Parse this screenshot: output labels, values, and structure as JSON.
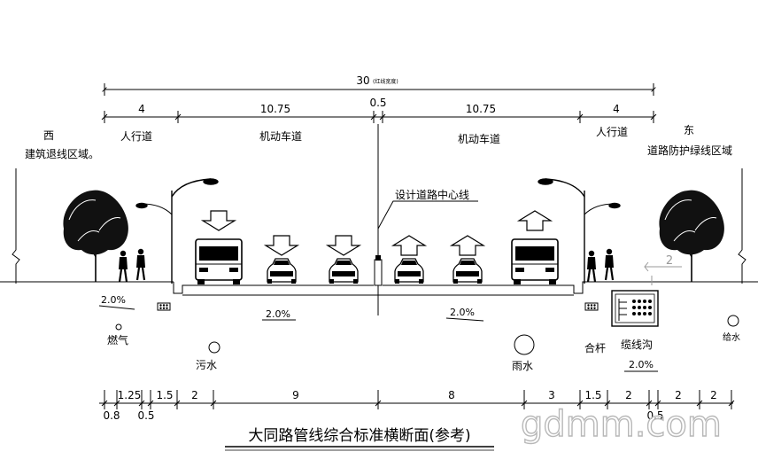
{
  "dims": {
    "total": "30",
    "total_note": "(红线宽度)",
    "top_segments": [
      "4",
      "10.75",
      "0.5",
      "10.75",
      "4"
    ]
  },
  "labels": {
    "west": "西",
    "west_zone": "建筑退线区域。",
    "east": "东",
    "east_zone": "道路防护绿线区域",
    "sidewalk_left": "人行道",
    "motor_left": "机动车道",
    "motor_right": "机动车道",
    "sidewalk_right": "人行道",
    "centerline": "设计道路中心线",
    "setback_value": "2"
  },
  "slopes": {
    "left_sidewalk": "2.0%",
    "left_road": "2.0%",
    "right_road": "2.0%",
    "trench": "2.0%"
  },
  "pipes": {
    "gas": "燃气",
    "sewage": "污水",
    "rain": "雨水",
    "combo_pole": "合杆",
    "cable_trench": "缆线沟",
    "water_supply": "给水"
  },
  "bottom_dims": {
    "upper": [
      "1.25",
      "1.5",
      "2",
      "9",
      "8",
      "3",
      "1.5",
      "2",
      "2",
      "2"
    ],
    "lower": [
      "0.8",
      "0.5",
      "0.5"
    ]
  },
  "title": "大同路管线综合标准横断面(参考)",
  "watermark": "gdmm.com"
}
